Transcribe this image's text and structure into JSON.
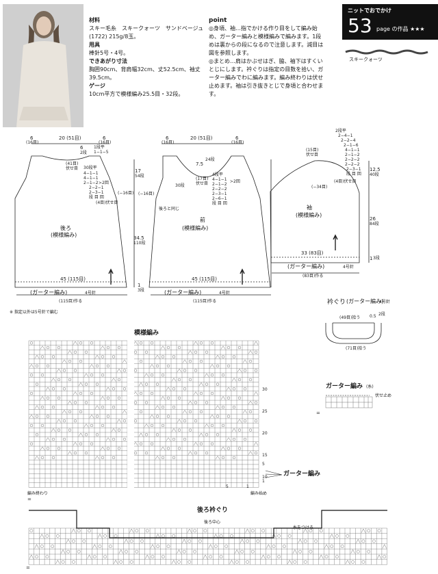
{
  "header": {
    "badge_subtitle": "ニットでおでかけ",
    "badge_number": "53",
    "badge_page": "page の作品 ★★★",
    "yarn_label": "スキークォーツ"
  },
  "materials": {
    "title": "材料",
    "text": "スキー毛糸　スキークォーツ　サンドベージュ(1722) 215g/8玉。",
    "tools_title": "用具",
    "tools": "棒針5号・4号。",
    "size_title": "できあがり寸法",
    "size": "胸囲90cm、背肩幅32cm、丈52.5cm、袖丈39.5cm。",
    "gauge_title": "ゲージ",
    "gauge": "10cm平方で模様編み25.5目・32段。"
  },
  "point": {
    "title": "point",
    "p1": "◎身頃、袖…指でかける作り目をして編み始め、ガーター編みと模様編みで編みます。1段めは裏からの段になるので注意します。減目は図を参照します。",
    "p2": "◎まとめ…肩はかぶせはぎ、脇、袖下はすくいとじにします。衿ぐりは指定の目数を拾い、ガーター編みでわに編みます。編み終わりは伏せ止めます。袖は引き抜きとじで身頃と合わせます。"
  },
  "back": {
    "label": "後ろ",
    "sub": "(模様編み)",
    "top_left": "6",
    "top_left_st": "(16目)",
    "top_mid": "20 (51目)",
    "top_right": "6",
    "top_right_st": "(16目)",
    "neck_bind": "(41目)",
    "neck_bind_label": "伏せ目",
    "shoulder_note": "1段平",
    "shoulder_note2": "1−1−5",
    "armhole_title": "30段平",
    "armhole_rows": [
      "4−1−1",
      "4−1−1",
      "2−1−2",
      "2−2−1",
      "2−3−1",
      "段 目 回"
    ],
    "armhole_dec": "≻2回",
    "armhole_bind": "(4目)伏せ目",
    "side_st": "(−16目)",
    "neck_h": "6",
    "neck_h_rows": "2段",
    "arm_h": "17",
    "arm_h_rows": "54段",
    "body_h": "34.5",
    "body_h_rows": "110段",
    "garter_h": "1",
    "garter_h_rows": "3段",
    "bottom_w": "45 (115目)",
    "garter": "(ガーター編み)",
    "needle": "4号針",
    "cast": "(115目)作る"
  },
  "front": {
    "label": "前",
    "sub": "(模様編み)",
    "top_left": "6",
    "top_left_st": "(16目)",
    "top_mid": "20 (51目)",
    "top_right": "6",
    "top_right_st": "(16目)",
    "neck_depth": "7.5",
    "neck_rows": "24段",
    "neck_bind": "(17目)",
    "neck_bind_label": "伏せ目",
    "neck_dec_title": "4段平",
    "neck_dec": [
      "4−1−1",
      "2−1−2",
      "2−2−2",
      "2−3−1",
      "2−6−1",
      "段 目 回"
    ],
    "neck_dec_mark": "≻2回",
    "arm_rows": "30段",
    "side_note": "後ろと同じ",
    "side_st": "(−16目)",
    "bottom_w": "45 (115目)",
    "garter": "(ガーター編み)",
    "needle": "4号針",
    "cast": "(115目)作る"
  },
  "sleeve": {
    "label": "袖",
    "sub": "(模様編み)",
    "cap_top": "2段平",
    "cap_rows": [
      "2−4−1",
      "2−2−4",
      "2−1−6",
      "4−1−1",
      "2−1−2",
      "2−2−2",
      "2−2−2",
      "2−3−1",
      "段 目 回"
    ],
    "cap_bind": "(4目)伏せ目",
    "cap_top_st": "(15目)",
    "cap_top_label": "伏せ目",
    "side_st": "(−34目)",
    "cap_h": "12.5",
    "cap_h_rows": "40段",
    "body_h": "26",
    "body_h_rows": "84段",
    "garter_h": "1",
    "garter_h_rows": "3段",
    "width": "33 (83目)",
    "garter": "(ガーター編み)",
    "needle": "4号針",
    "cast": "(83目)作る"
  },
  "neckband": {
    "title": "衿ぐり",
    "sub": "(ガーター編み)",
    "needle": "4号針",
    "top": "(49目)拾う",
    "bottom": "(71目)拾う",
    "h": "0.5",
    "h_rows": "2段"
  },
  "notes": {
    "needle_note": "※ 指定以外は5号針で編む"
  },
  "charts": {
    "pattern_title": "模様編み",
    "garter_label": "ガーター編み",
    "garter_title": "ガーター編み",
    "garter_sub": "(糸)",
    "bind_off": "伏せ止め",
    "legend1": "=",
    "legend2": "□",
    "start_right": "編み始め",
    "end_left": "編み終わり",
    "back_neck_title": "後ろ衿ぐり",
    "back_center": "後ろ中心",
    "mark_label": "糸をつける",
    "row_numbers": [
      "30",
      "25",
      "20",
      "15",
      "10",
      "5",
      "1"
    ],
    "col_numbers": [
      "5",
      "1"
    ]
  }
}
